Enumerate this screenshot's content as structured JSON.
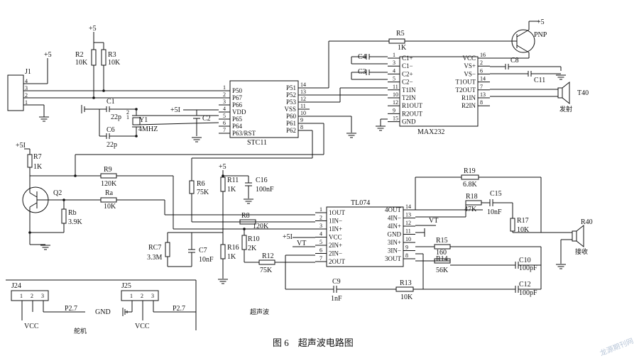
{
  "caption": "图 6　超声波电路图",
  "section_label": "超声波",
  "watermark": "龙源期刊网",
  "connectors": {
    "j1": {
      "ref": "J1",
      "pins": [
        "4",
        "3",
        "2",
        "1"
      ],
      "power": "+5"
    },
    "j24": {
      "ref": "J24",
      "pins": [
        "1",
        "2",
        "3"
      ],
      "net": "P2.7",
      "vcc": "VCC"
    },
    "j25": {
      "ref": "J25",
      "pins": [
        "1",
        "2",
        "3"
      ],
      "net": "P2.7",
      "vcc": "VCC",
      "gnd": "GND"
    },
    "servo_label": "舵机"
  },
  "power": {
    "p5": "+5",
    "p5i": "+5I"
  },
  "stc": {
    "ref": "STC11",
    "left_pins": [
      {
        "num": "1",
        "name": "P50"
      },
      {
        "num": "2",
        "name": "P67"
      },
      {
        "num": "3",
        "name": "P66"
      },
      {
        "num": "4",
        "name": "VDD"
      },
      {
        "num": "5",
        "name": "P65"
      },
      {
        "num": "6",
        "name": "P64"
      },
      {
        "num": "7",
        "name": "P63/RST"
      }
    ],
    "right_pins": [
      {
        "num": "14",
        "name": "P51"
      },
      {
        "num": "13",
        "name": "P52"
      },
      {
        "num": "12",
        "name": "P53"
      },
      {
        "num": "11",
        "name": "VSS"
      },
      {
        "num": "10",
        "name": "P60"
      },
      {
        "num": "9",
        "name": "P61"
      },
      {
        "num": "8",
        "name": "P62"
      }
    ]
  },
  "max232": {
    "ref": "MAX232",
    "left_pins": [
      {
        "num": "1",
        "name": "C1+"
      },
      {
        "num": "3",
        "name": "C1−"
      },
      {
        "num": "4",
        "name": "C2+"
      },
      {
        "num": "5",
        "name": "C2−"
      },
      {
        "num": "11",
        "name": "T1IN"
      },
      {
        "num": "10",
        "name": "T2IN"
      },
      {
        "num": "12",
        "name": "R1OUT"
      },
      {
        "num": "9",
        "name": "R2OUT"
      },
      {
        "num": "15",
        "name": "GND"
      }
    ],
    "right_pins": [
      {
        "num": "16",
        "name": "VCC"
      },
      {
        "num": "2",
        "name": "VS+"
      },
      {
        "num": "6",
        "name": "VS−"
      },
      {
        "num": "14",
        "name": "T1OUT"
      },
      {
        "num": "7",
        "name": "T2OUT"
      },
      {
        "num": "13",
        "name": "R1IN"
      },
      {
        "num": "8",
        "name": "R2IN"
      }
    ]
  },
  "tl074": {
    "ref": "TL074",
    "left_pins": [
      {
        "num": "1",
        "name": "1OUT"
      },
      {
        "num": "2",
        "name": "1IN−"
      },
      {
        "num": "3",
        "name": "1IN+"
      },
      {
        "num": "4",
        "name": "VCC"
      },
      {
        "num": "5",
        "name": "2IN+"
      },
      {
        "num": "6",
        "name": "2IN−"
      },
      {
        "num": "7",
        "name": "2OUT"
      }
    ],
    "right_pins": [
      {
        "num": "14",
        "name": "4OUT"
      },
      {
        "num": "13",
        "name": "4IN−"
      },
      {
        "num": "12",
        "name": "4IN+"
      },
      {
        "num": "11",
        "name": "GND"
      },
      {
        "num": "10",
        "name": "3IN+"
      },
      {
        "num": "9",
        "name": "3IN−"
      },
      {
        "num": "8",
        "name": "3OUT"
      }
    ]
  },
  "parts": {
    "r2": {
      "ref": "R2",
      "val": "10K"
    },
    "r3": {
      "ref": "R3",
      "val": "10K"
    },
    "c1": {
      "ref": "C1",
      "val": "22p"
    },
    "c6": {
      "ref": "C6",
      "val": "22p"
    },
    "y1": {
      "ref": "Y1",
      "val": "4MHZ"
    },
    "c2": {
      "ref": "C2"
    },
    "c4": {
      "ref": "C4"
    },
    "c3": {
      "ref": "C3"
    },
    "c8": {
      "ref": "C8"
    },
    "c11": {
      "ref": "C11"
    },
    "r5": {
      "ref": "R5",
      "val": "1K"
    },
    "pnp": {
      "ref": "PNP"
    },
    "t40": {
      "ref": "T40",
      "label": "发射"
    },
    "r40": {
      "ref": "R40",
      "label": "接收"
    },
    "r7": {
      "ref": "R7",
      "val": "1K"
    },
    "q2": {
      "ref": "Q2"
    },
    "r9": {
      "ref": "R9",
      "val": "120K"
    },
    "ra": {
      "ref": "Ra",
      "val": "10K"
    },
    "rb": {
      "ref": "Rb",
      "val": "3.9K"
    },
    "r6": {
      "ref": "R6",
      "val": "75K"
    },
    "r11": {
      "ref": "R11",
      "val": "1K"
    },
    "c16": {
      "ref": "C16",
      "val": "100nF"
    },
    "r8": {
      "ref": "R8",
      "val": "120K"
    },
    "rc7": {
      "ref": "RC7",
      "val": "3.3M"
    },
    "c7": {
      "ref": "C7",
      "val": "10nF"
    },
    "r16": {
      "ref": "R16",
      "val": "1K"
    },
    "r10": {
      "ref": "R10",
      "val": "2K"
    },
    "r12": {
      "ref": "R12",
      "val": "75K"
    },
    "vt": {
      "ref": "VT"
    },
    "r19": {
      "ref": "R19",
      "val": "6.8K"
    },
    "r18": {
      "ref": "R18",
      "val": "47K"
    },
    "c15": {
      "ref": "C15",
      "val": "10nF"
    },
    "r17": {
      "ref": "R17",
      "val": "10K"
    },
    "r15": {
      "ref": "R15",
      "val": "160"
    },
    "r14": {
      "ref": "R14",
      "val": "56K"
    },
    "c10": {
      "ref": "C10",
      "val": "100pF"
    },
    "c12": {
      "ref": "C12",
      "val": "100pF"
    },
    "c9": {
      "ref": "C9",
      "val": "1nF"
    },
    "r13": {
      "ref": "R13",
      "val": "10K"
    }
  }
}
